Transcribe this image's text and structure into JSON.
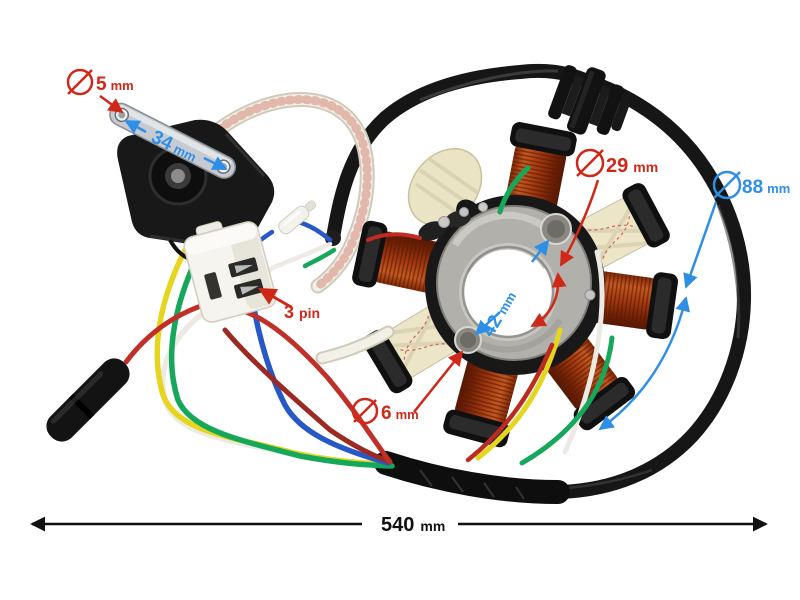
{
  "image": {
    "description": "Product photo of a scooter magneto stator (8-pole) with ignition pickup coil, 3-pin connector and wiring harness, annotated with dimensions",
    "background": "#ffffff"
  },
  "colors": {
    "annotation_red": "#d02818",
    "annotation_blue": "#2f8fe6",
    "dimension_black": "#111111",
    "copper": "#a03a12",
    "aluminum_plate": "#b2b0aa",
    "cable_black": "#161616",
    "sleeve_white": "#f3f0e8"
  },
  "annotations": {
    "bracket_hole_diameter": {
      "value": "5",
      "unit": "mm",
      "symbol": "diameter",
      "color": "red"
    },
    "bracket_span": {
      "value": "34",
      "unit": "mm",
      "symbol": "none",
      "color": "blue"
    },
    "center_hole_diameter": {
      "value": "29",
      "unit": "mm",
      "symbol": "diameter",
      "color": "red"
    },
    "bolt_hole_spacing": {
      "value": "42",
      "unit": "mm",
      "symbol": "none",
      "color": "blue"
    },
    "mount_hole_diameter": {
      "value": "6",
      "unit": "mm",
      "symbol": "diameter",
      "color": "red"
    },
    "connector": {
      "value": "3",
      "unit": "pin",
      "symbol": "none",
      "color": "red"
    },
    "outer_diameter": {
      "value": "88",
      "unit": "mm",
      "symbol": "diameter",
      "color": "blue"
    },
    "harness_length": {
      "value": "540",
      "unit": "mm",
      "symbol": "none",
      "color": "black"
    }
  }
}
